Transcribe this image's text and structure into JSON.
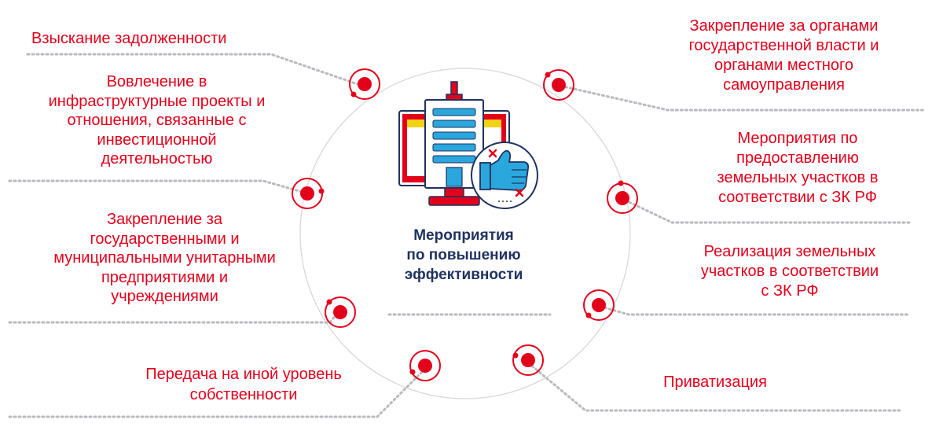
{
  "colors": {
    "accent": "#e3001b",
    "title": "#1f3260",
    "connector": "#b9b9bf",
    "screen_bar": "#f2d313",
    "screen_panel": "#2aa7dd",
    "outline": "#1f3260"
  },
  "icons": [
    "computer-monitor-icon",
    "thumbs-up-icon",
    "cross-icon"
  ],
  "center": {
    "title_lines": [
      "Мероприятия",
      "по повышению",
      "эффективности"
    ]
  },
  "items": [
    {
      "id": "debt-collection",
      "lines": [
        "Взыскание задолженности"
      ]
    },
    {
      "id": "infrastructure",
      "lines": [
        "Вовлечение в",
        "инфраструктурные проекты и",
        "отношения, связанные с",
        "инвестиционной",
        "деятельностью"
      ]
    },
    {
      "id": "unitary-enterprises",
      "lines": [
        "Закрепление за",
        "государственными и",
        "муниципальными унитарными",
        "предприятиями и",
        "учреждениями"
      ]
    },
    {
      "id": "transfer-ownership",
      "lines": [
        "Передача на иной уровень",
        "собственности"
      ]
    },
    {
      "id": "authorities",
      "lines": [
        "Закрепление за органами",
        "государственной власти и",
        "органами местного",
        "самоуправления"
      ]
    },
    {
      "id": "land-provision",
      "lines": [
        "Мероприятия по",
        "предоставлению",
        "земельных участков в",
        "соответствии с ЗК РФ"
      ]
    },
    {
      "id": "land-sale",
      "lines": [
        "Реализация земельных",
        "участков в соответствии",
        "с ЗК РФ"
      ]
    },
    {
      "id": "privatization",
      "lines": [
        "Приватизация"
      ]
    }
  ]
}
